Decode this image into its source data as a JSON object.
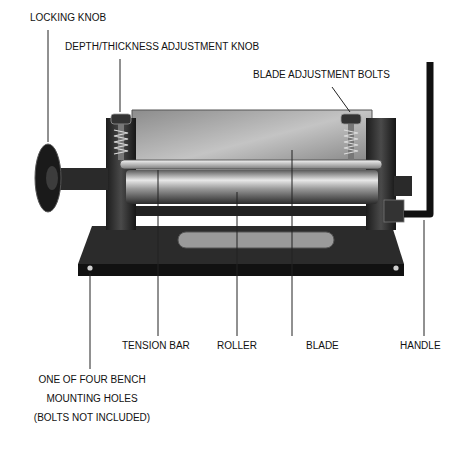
{
  "diagram": {
    "labels": [
      "LOCKING KNOB",
      "DEPTH/THICKNESS ADJUSTMENT KNOB",
      "BLADE ADJUSTMENT BOLTS",
      "TENSION BAR",
      "ROLLER",
      "BLADE",
      "HANDLE",
      "ONE OF FOUR BENCH MOUNTING HOLES (BOLTS NOT INCLUDED)"
    ]
  }
}
